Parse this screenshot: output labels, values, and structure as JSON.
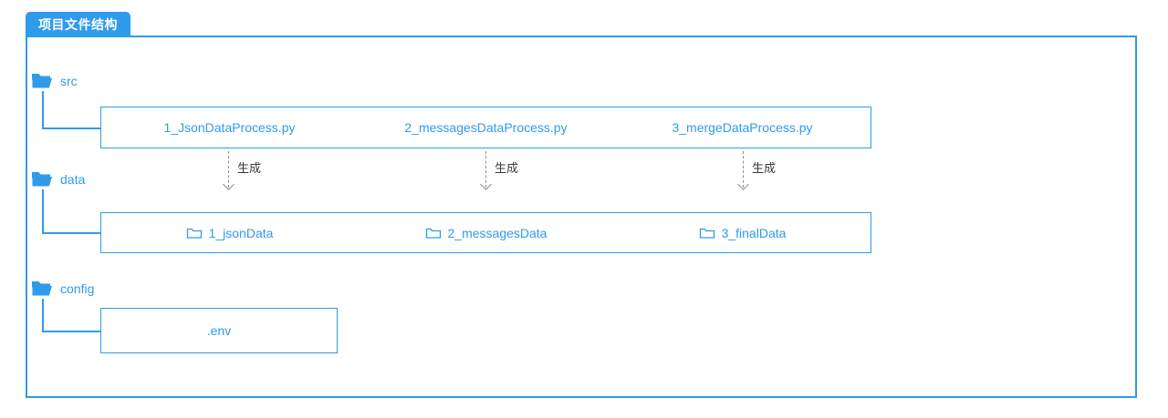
{
  "title": "项目文件结构",
  "accent_color": "#2f9bec",
  "arrow_color": "#8f8f8f",
  "folders": {
    "src": "src",
    "data": "data",
    "config": "config"
  },
  "src_box": {
    "files": [
      "1_JsonDataProcess.py",
      "2_messagesDataProcess.py",
      "3_mergeDataProcess.py"
    ]
  },
  "arrow_label": "生成",
  "data_box": {
    "folders": [
      "1_jsonData",
      "2_messagesData",
      "3_finalData"
    ]
  },
  "config_box": {
    "files": [
      ".env"
    ]
  }
}
